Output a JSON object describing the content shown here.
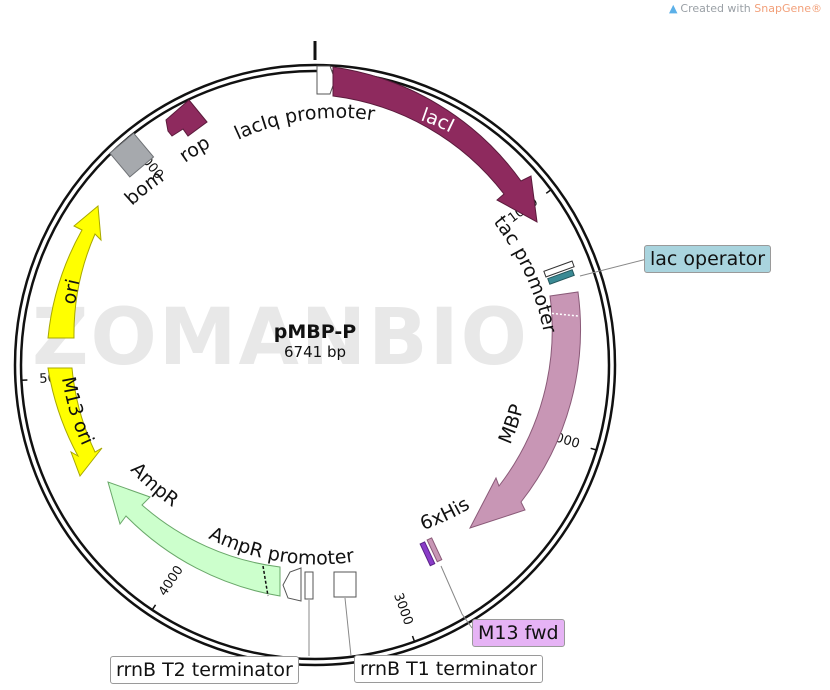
{
  "header": {
    "credit_prefix": "Created with ",
    "credit_brand": "SnapGene®"
  },
  "watermark": "ZOMANBIO",
  "plasmid": {
    "name": "pMBP-P",
    "size_label": "6741 bp",
    "length_bp": 6741
  },
  "ticks": [
    {
      "label": "1000",
      "bp": 1000
    },
    {
      "label": "2000",
      "bp": 2000
    },
    {
      "label": "3000",
      "bp": 3000
    },
    {
      "label": "4000",
      "bp": 4000
    },
    {
      "label": "5000",
      "bp": 5000
    },
    {
      "label": "6000",
      "bp": 6000
    }
  ],
  "features": [
    {
      "id": "lacIq-promoter",
      "label": "lacIq promoter",
      "color": "#ffffff"
    },
    {
      "id": "lacI",
      "label": "lacI",
      "color": "#8e2a5e"
    },
    {
      "id": "tac-promoter",
      "label": "tac promoter",
      "color": "#ffffff"
    },
    {
      "id": "lac-operator",
      "label": "lac operator",
      "color": "#3b8a94"
    },
    {
      "id": "MBP",
      "label": "MBP",
      "color": "#c896b5"
    },
    {
      "id": "6xHis",
      "label": "6xHis",
      "color": "#c896b5"
    },
    {
      "id": "M13-fwd",
      "label": "M13 fwd",
      "color": "#8a3cc8"
    },
    {
      "id": "rrnB-T1",
      "label": "rrnB T1 terminator",
      "color": "#ffffff"
    },
    {
      "id": "rrnB-T2",
      "label": "rrnB T2 terminator",
      "color": "#ffffff"
    },
    {
      "id": "AmpR-promoter",
      "label": "AmpR promoter",
      "color": "#ffffff"
    },
    {
      "id": "AmpR",
      "label": "AmpR",
      "color": "#ccffcc"
    },
    {
      "id": "M13-ori",
      "label": "M13 ori",
      "color": "#ffff00"
    },
    {
      "id": "ori",
      "label": "ori",
      "color": "#ffff00"
    },
    {
      "id": "bom",
      "label": "bom",
      "color": "#a6a9ad"
    },
    {
      "id": "rop",
      "label": "rop",
      "color": "#8e2a5e"
    }
  ],
  "callouts": {
    "lac_operator": "lac operator",
    "m13_fwd": "M13 fwd",
    "rrnb_t2": "rrnB T2 terminator",
    "rrnb_t1": "rrnB T1 terminator"
  },
  "colors": {
    "lac_operator_box": "#a9d4de",
    "m13_fwd_box": "#e6b3f5"
  }
}
